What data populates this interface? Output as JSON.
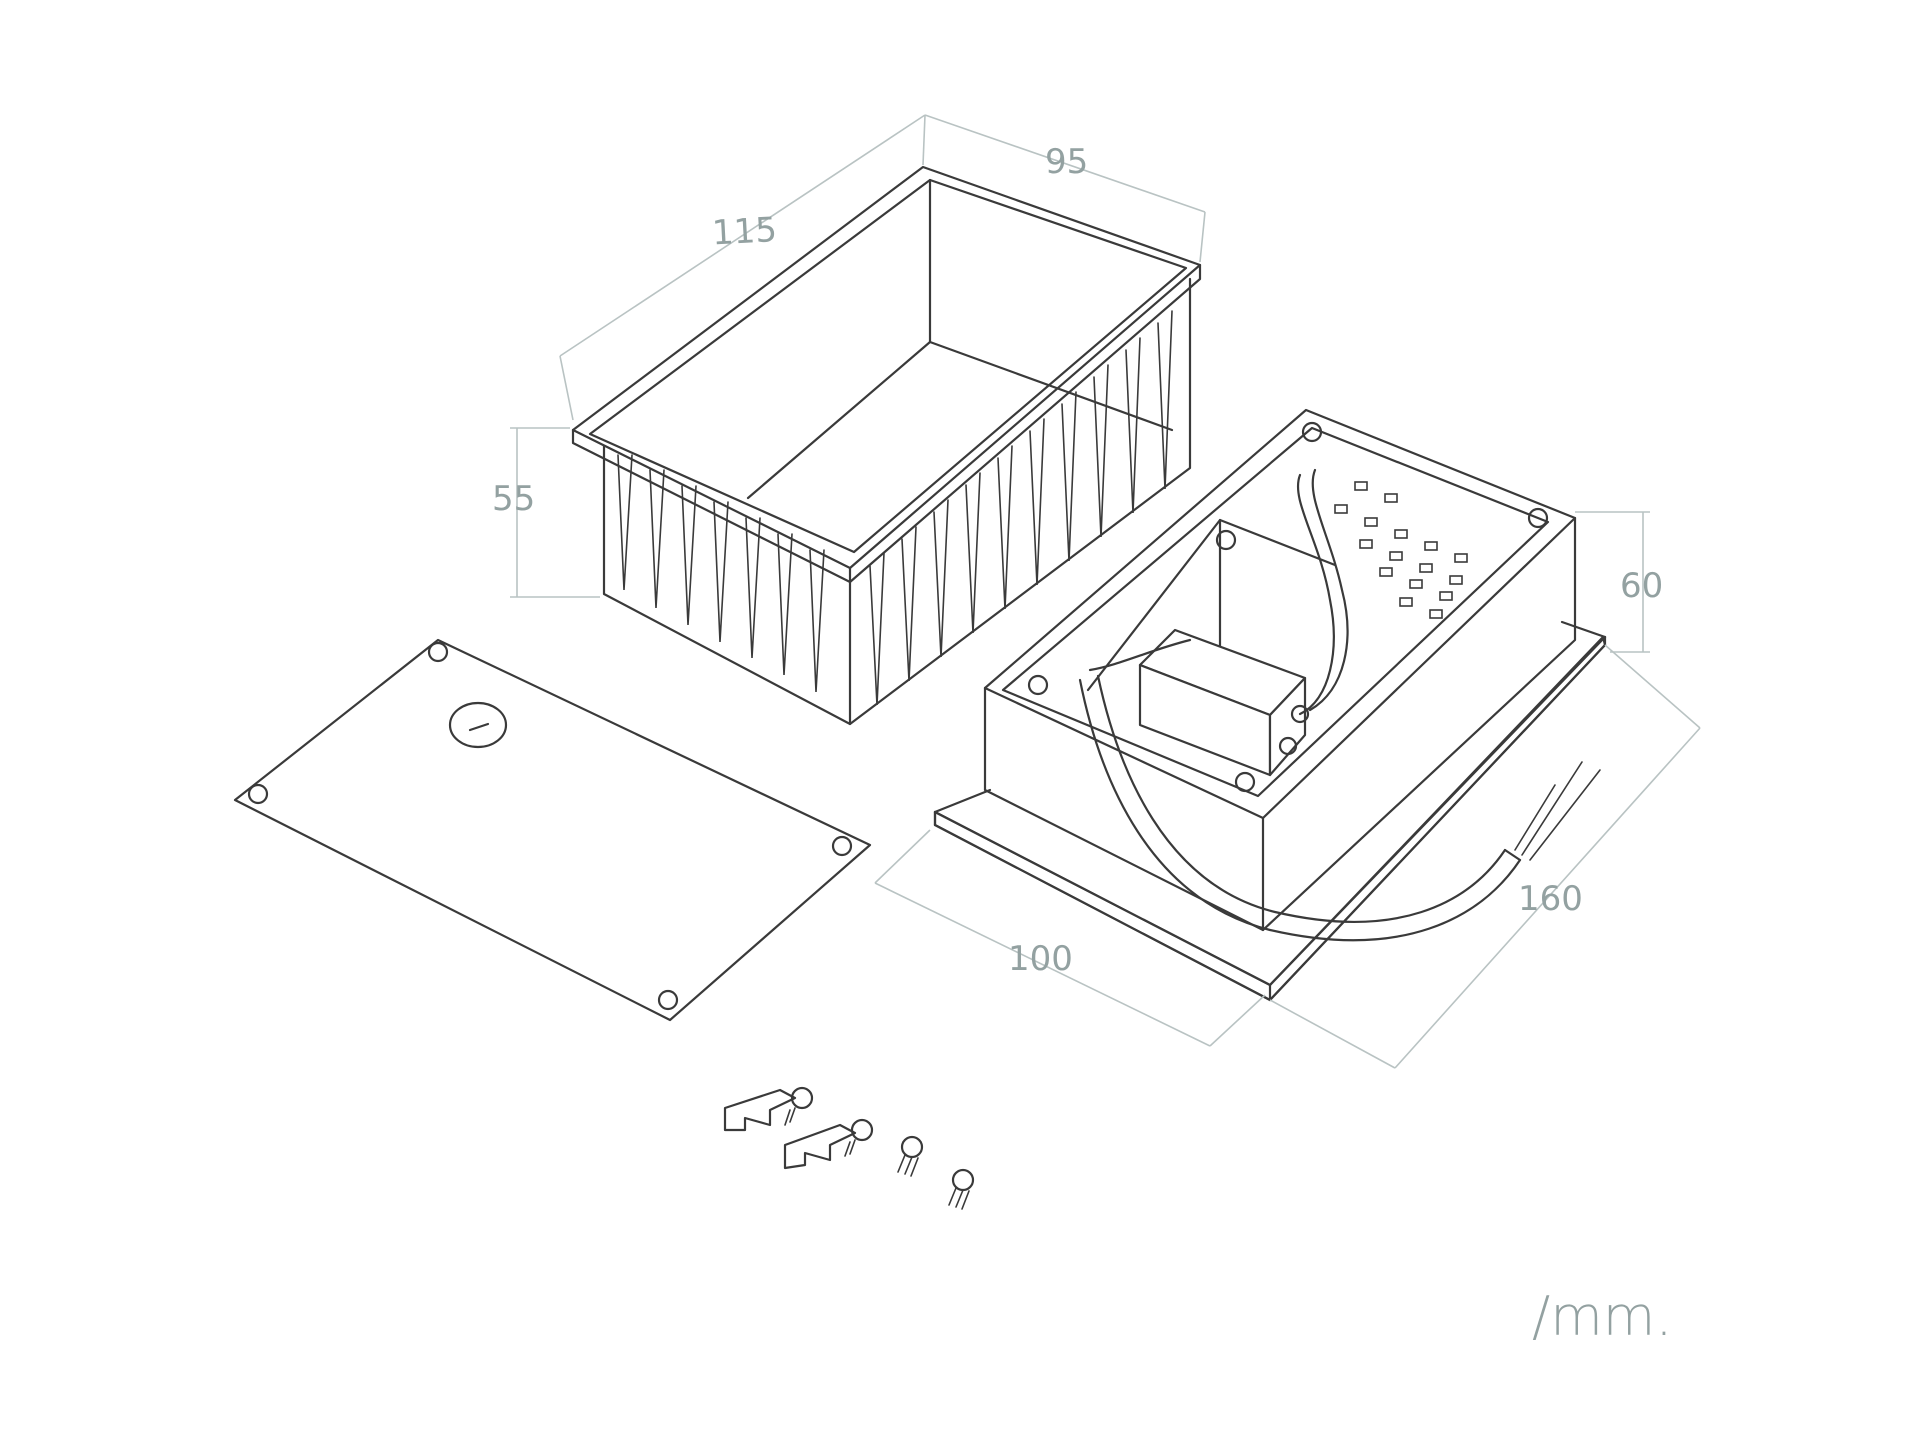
{
  "diagram": {
    "dimensions": {
      "box_depth": "115",
      "box_width": "95",
      "box_height": "55",
      "housing_height": "60",
      "base_width": "100",
      "base_length": "160"
    },
    "unit": "/mm.",
    "colors": {
      "outline": "#3a3a3a",
      "dimension": "#93a1a1"
    }
  }
}
